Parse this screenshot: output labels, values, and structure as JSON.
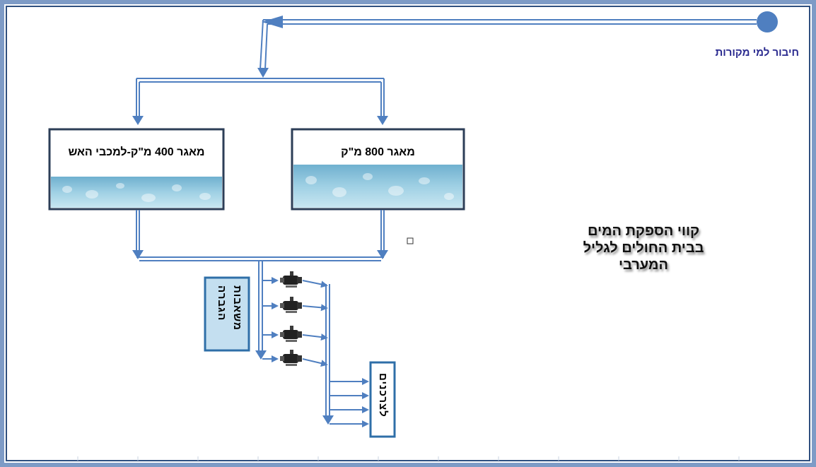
{
  "source": {
    "label": "חיבור למי מקורות"
  },
  "title": {
    "lines": [
      "קווי הספקת המים",
      "בבית החולים לגליל",
      "המערבי"
    ]
  },
  "reservoirs": [
    {
      "id": "fire",
      "label": "מאגר 400 מ\"ק-למכבי האש"
    },
    {
      "id": "main",
      "label": "מאגר 800 מ\"ק"
    }
  ],
  "booster": {
    "label": "משאבות הגברה"
  },
  "consumers": {
    "label": "לצרכנים"
  },
  "pumps": {
    "count": 4
  },
  "colors": {
    "pipe": "#4f7fc0",
    "frame_outer": "#7e9bc6",
    "frame_inner": "#2f4f7f",
    "tank_border": "#2c3e57",
    "booster_fill": "#c4dff0",
    "booster_border": "#2f6fa8",
    "consumer_border": "#2f6fa8"
  }
}
